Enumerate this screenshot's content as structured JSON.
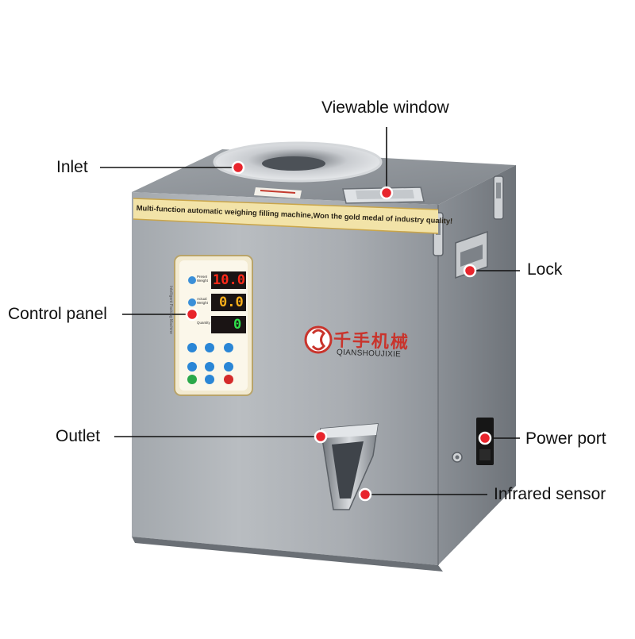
{
  "labels": {
    "viewable_window": "Viewable window",
    "inlet": "Inlet",
    "lock": "Lock",
    "control_panel": "Control panel",
    "outlet": "Outlet",
    "power_port": "Power port",
    "infrared_sensor": "Infrared sensor"
  },
  "banner": "Multi-function automatic weighing filling machine,Won the gold medal of industry quality!",
  "brand": {
    "chinese": "千手机械",
    "latin": "QIANSHOUJIXIE"
  },
  "panel": {
    "title": "Intelligent Packing Machine",
    "rows": [
      {
        "label": "Preset Weight",
        "value": "10.0",
        "color": "#ff2a1a"
      },
      {
        "label": "Actual Weight",
        "value": "0.0",
        "color": "#ffb01a"
      },
      {
        "label": "Quantity",
        "value": "0",
        "color": "#2fe04a"
      }
    ]
  },
  "colors": {
    "marker": "#e8242c",
    "line": "#111111",
    "banner_bg": "#f4e6b0",
    "panel_bg": "#f3ead0",
    "steel": "#9ea3a8"
  }
}
